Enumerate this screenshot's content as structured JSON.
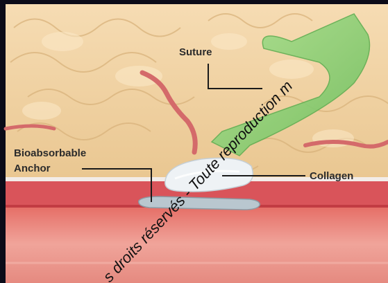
{
  "labels": {
    "suture": "Suture",
    "bioabsorbable_line1": "Bioabsorbable",
    "bioabsorbable_line2": "Anchor",
    "collagen": "Collagen"
  },
  "watermark": "s droits réservés - Toute reproduction m",
  "colors": {
    "fat": "#efcf9e",
    "vessel": "#d46a6a",
    "suture": "#8ed07a",
    "anchor": "#b9c7cf",
    "collagen": "#eef2f5",
    "wall": "#d64a4e",
    "lumen": "#e8978e"
  }
}
